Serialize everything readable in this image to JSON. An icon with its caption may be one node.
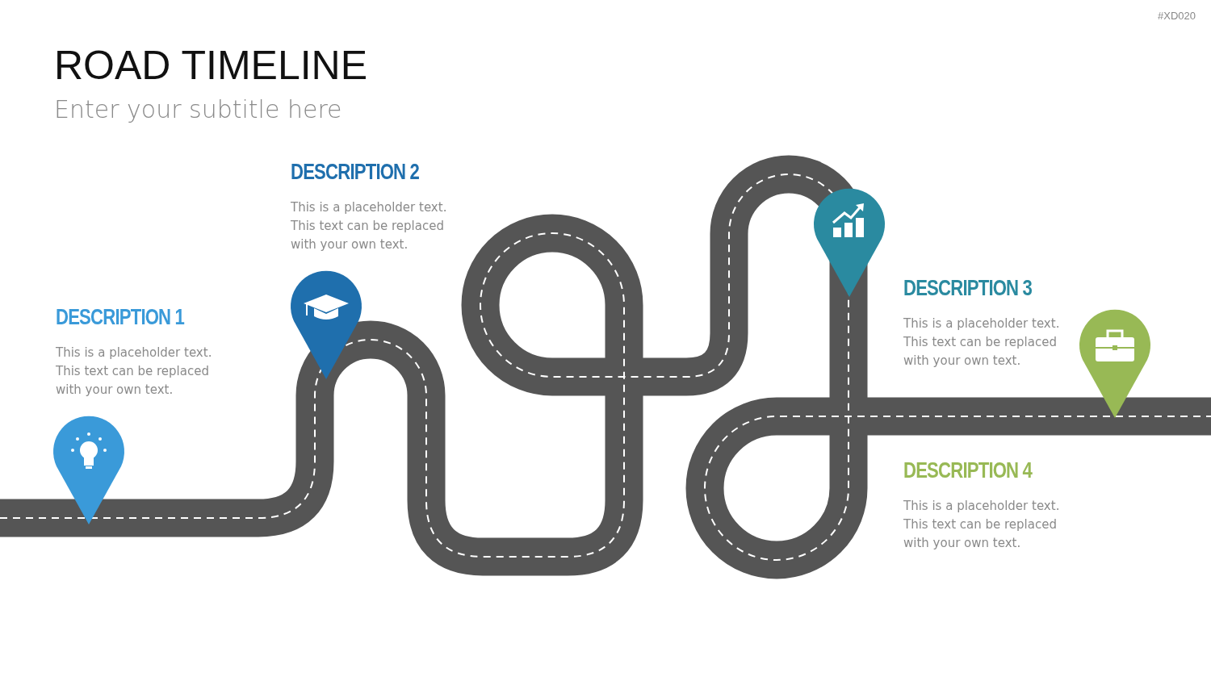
{
  "diagram": {
    "title": "ROAD TIMELINE",
    "labels": [
      "#XD020",
      "Enter your subtitle here",
      "DESCRIPTION 2",
      "This is a placeholder text. This text can be replaced with your own text.",
      "DESCRIPTION 3",
      "This is a placeholder text. This text can be replaced with your own text.",
      "DESCRIPTION 1",
      "This is a placeholder text. This text can be replaced with your own text.",
      "DESCRIPTION 4",
      "This is a placeholder text. This text can be replaced with your own text."
    ]
  }
}
